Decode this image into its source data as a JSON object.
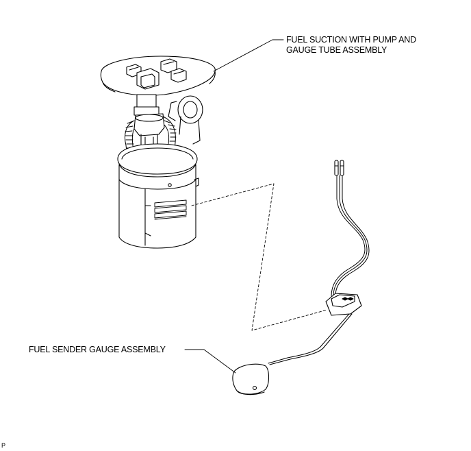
{
  "labels": {
    "pump_assembly_line1": "FUEL SUCTION WITH PUMP AND",
    "pump_assembly_line2": "GAUGE TUBE ASSEMBLY",
    "sender_gauge": "FUEL SENDER GAUGE ASSEMBLY",
    "figure_code": "P"
  }
}
